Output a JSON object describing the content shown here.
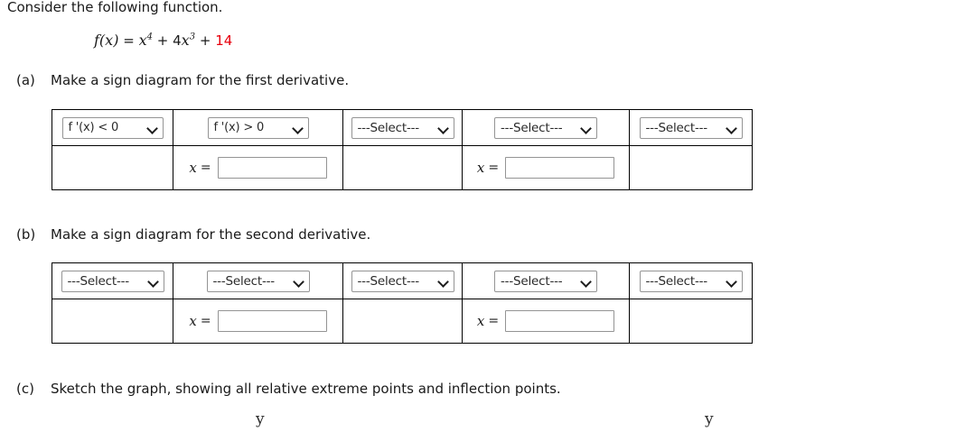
{
  "prompt": {
    "intro": "Consider the following function.",
    "formula": {
      "lhs": "f(x)",
      "equals": "=",
      "term1_base": "x",
      "term1_exp": "4",
      "plus1": "+",
      "term2_coef": "4",
      "term2_base": "x",
      "term2_exp": "3",
      "plus2": "+",
      "constant": "14",
      "constant_color": "#e8000d",
      "full_text": "f(x) = x4 + 4x3 + 14"
    }
  },
  "parts": {
    "a": {
      "tag": "(a)",
      "text": "Make a sign diagram for the first derivative."
    },
    "b": {
      "tag": "(b)",
      "text": "Make a sign diagram for the second derivative."
    },
    "c": {
      "tag": "(c)",
      "text": "Sketch the graph, showing all relative extreme points and inflection points."
    }
  },
  "table_a": {
    "select_row": [
      {
        "value": "f '(x) < 0",
        "placeholder": "---Select---",
        "is_default": false
      },
      {
        "value": "f '(x) > 0",
        "placeholder": "---Select---",
        "is_default": false
      },
      {
        "value": "---Select---",
        "placeholder": "---Select---",
        "is_default": true
      },
      {
        "value": "---Select---",
        "placeholder": "---Select---",
        "is_default": true
      },
      {
        "value": "---Select---",
        "placeholder": "---Select---",
        "is_default": true
      }
    ],
    "value_row": [
      {
        "has_input": false
      },
      {
        "has_input": true,
        "label": "x",
        "equals": "=",
        "value": "",
        "placeholder": ""
      },
      {
        "has_input": false
      },
      {
        "has_input": true,
        "label": "x",
        "equals": "=",
        "value": "",
        "placeholder": ""
      },
      {
        "has_input": false
      }
    ]
  },
  "table_b": {
    "select_row": [
      {
        "value": "---Select---",
        "placeholder": "---Select---",
        "is_default": true
      },
      {
        "value": "---Select---",
        "placeholder": "---Select---",
        "is_default": true
      },
      {
        "value": "---Select---",
        "placeholder": "---Select---",
        "is_default": true
      },
      {
        "value": "---Select---",
        "placeholder": "---Select---",
        "is_default": true
      },
      {
        "value": "---Select---",
        "placeholder": "---Select---",
        "is_default": true
      }
    ],
    "value_row": [
      {
        "has_input": false
      },
      {
        "has_input": true,
        "label": "x",
        "equals": "=",
        "value": "",
        "placeholder": ""
      },
      {
        "has_input": false
      },
      {
        "has_input": true,
        "label": "x",
        "equals": "=",
        "value": "",
        "placeholder": ""
      },
      {
        "has_input": false
      }
    ]
  },
  "graph_options": {
    "left_axis_label": "y",
    "right_axis_label": "y"
  },
  "icons": {
    "dropdown_arrow": "chevron-down-icon"
  }
}
